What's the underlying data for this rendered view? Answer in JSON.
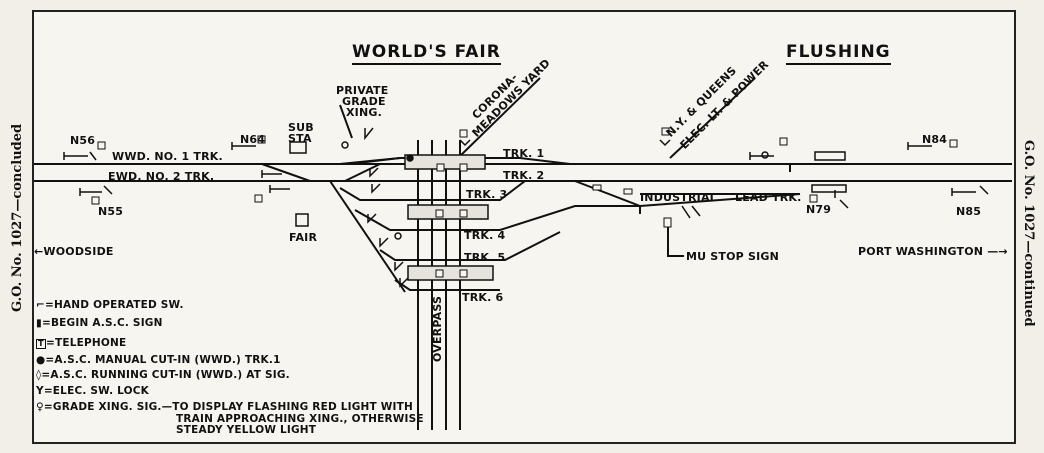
{
  "titles": {
    "worlds_fair": "WORLD'S FAIR",
    "flushing": "FLUSHING"
  },
  "side": {
    "left": "G.O. No. 1027—concluded",
    "right": "G.O. No. 1027—continued"
  },
  "directions": {
    "woodside": "←WOODSIDE",
    "port_washington": "PORT WASHINGTON —→"
  },
  "tracks": {
    "wwd1": "WWD. NO. 1 TRK.",
    "ewd2": "EWD. NO. 2 TRK.",
    "trk1": "TRK. 1",
    "trk2": "TRK. 2",
    "trk3": "TRK. 3",
    "trk4": "TRK. 4",
    "trk5": "TRK. 5",
    "trk6": "TRK. 6",
    "industrial": "INDUSTRIAL",
    "lead": "LEAD TRK."
  },
  "labels": {
    "n56": "N56",
    "n64": "N64",
    "n55": "N55",
    "n79": "N79",
    "n84": "N84",
    "n85": "N85",
    "sub": "SUB",
    "sta": "STA",
    "private": "PRIVATE",
    "grade": "GRADE",
    "xing": "XING.",
    "fair": "FAIR",
    "corona": "CORONA-",
    "meadows_yard": "MEADOWS YARD",
    "ny_queens": "N.Y. & QUEENS",
    "elec_lt_power": "ELEC. LT. & POWER",
    "mu_stop": "MU STOP SIGN",
    "overpass": "OVERPASS"
  },
  "legend": [
    "=HAND OPERATED SW.",
    "=BEGIN A.S.C. SIGN",
    "=TELEPHONE",
    "=A.S.C. MANUAL CUT-IN (WWD.) TRK.1",
    "=A.S.C. RUNNING CUT-IN (WWD.) AT SIG.",
    "=ELEC. SW. LOCK",
    "=GRADE XING. SIG.—TO DISPLAY FLASHING RED LIGHT WITH"
  ],
  "legend_cont": [
    "TRAIN APPROACHING XING., OTHERWISE",
    "STEADY YELLOW LIGHT"
  ],
  "symbols": {
    "telephone": "T"
  },
  "icons": [
    "hand-switch-icon",
    "asc-sign-icon",
    "telephone-icon",
    "manual-cutin-icon",
    "running-cutin-icon",
    "switch-lock-icon",
    "grade-crossing-signal-icon"
  ]
}
